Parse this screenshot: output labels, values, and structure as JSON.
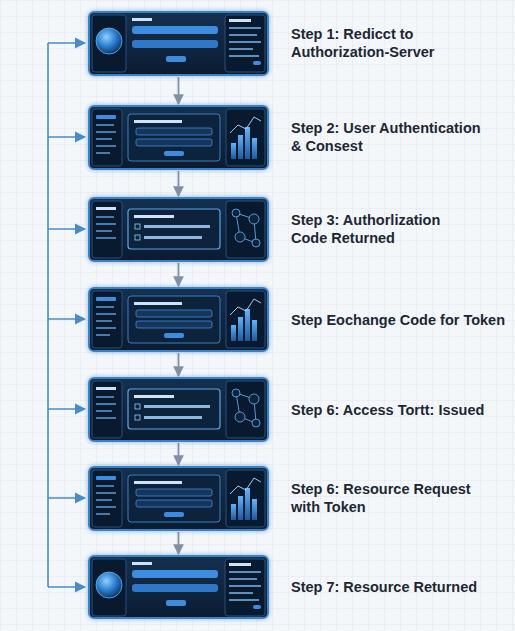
{
  "diagram": {
    "nodes": [
      {
        "text": [
          "Step 1: Redicct to Authorization-Server"
        ]
      },
      {
        "text": [
          "Step 2: User Authentication & Consest"
        ]
      },
      {
        "text": [
          "Step 3: Authorlization Code Returned"
        ]
      },
      {
        "text": [
          "Step Eochange Code for Token"
        ]
      },
      {
        "text": [
          "Step 6: Access Tortt: Issued"
        ]
      },
      {
        "text": [
          "Step 6: Resource Request with Token"
        ]
      },
      {
        "text": [
          "Step 7: Resource Returned"
        ]
      }
    ],
    "edges": [
      {
        "from": 0,
        "to": 1,
        "arrow": "to"
      },
      {
        "from": 1,
        "to": 2,
        "arrow": "to"
      },
      {
        "from": 2,
        "to": 3,
        "arrow": "to"
      },
      {
        "from": 3,
        "to": 4,
        "arrow": "to"
      },
      {
        "from": 4,
        "to": 5,
        "arrow": "to"
      },
      {
        "from": 5,
        "to": 6,
        "arrow": "to"
      }
    ]
  }
}
